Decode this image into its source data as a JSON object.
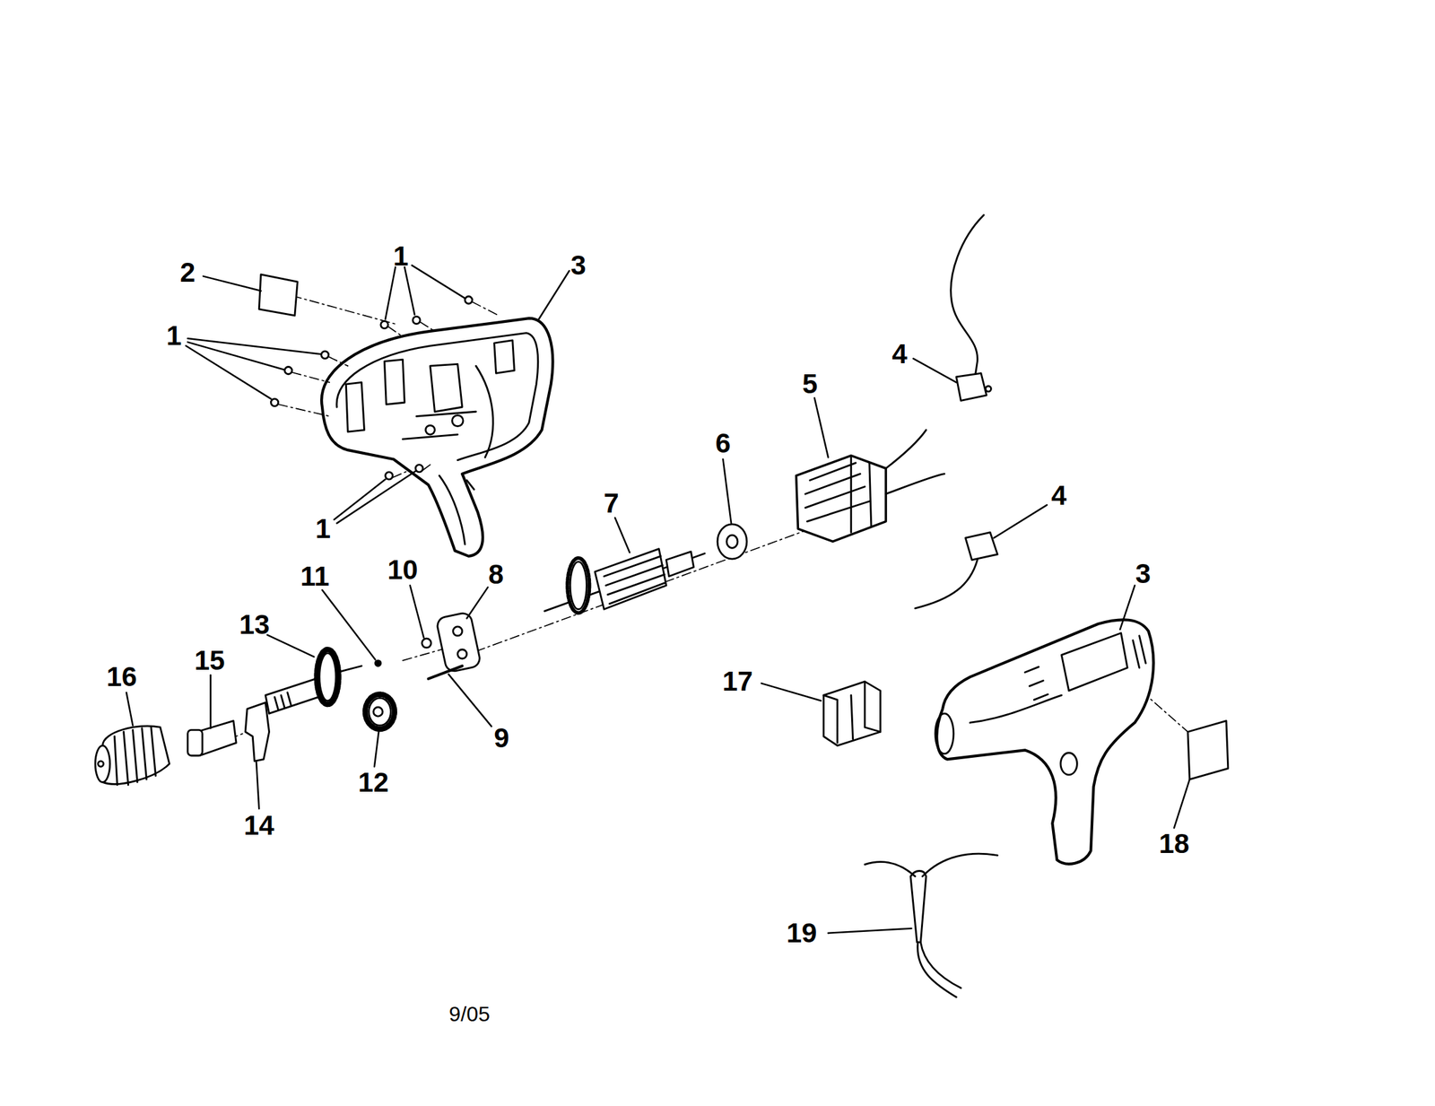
{
  "diagram": {
    "labels": [
      "2",
      "1",
      "3",
      "1",
      "4",
      "5",
      "6",
      "1",
      "4",
      "7",
      "11",
      "10",
      "8",
      "3",
      "13",
      "16",
      "15",
      "17",
      "9",
      "12",
      "14",
      "18",
      "19",
      "9/05"
    ]
  }
}
